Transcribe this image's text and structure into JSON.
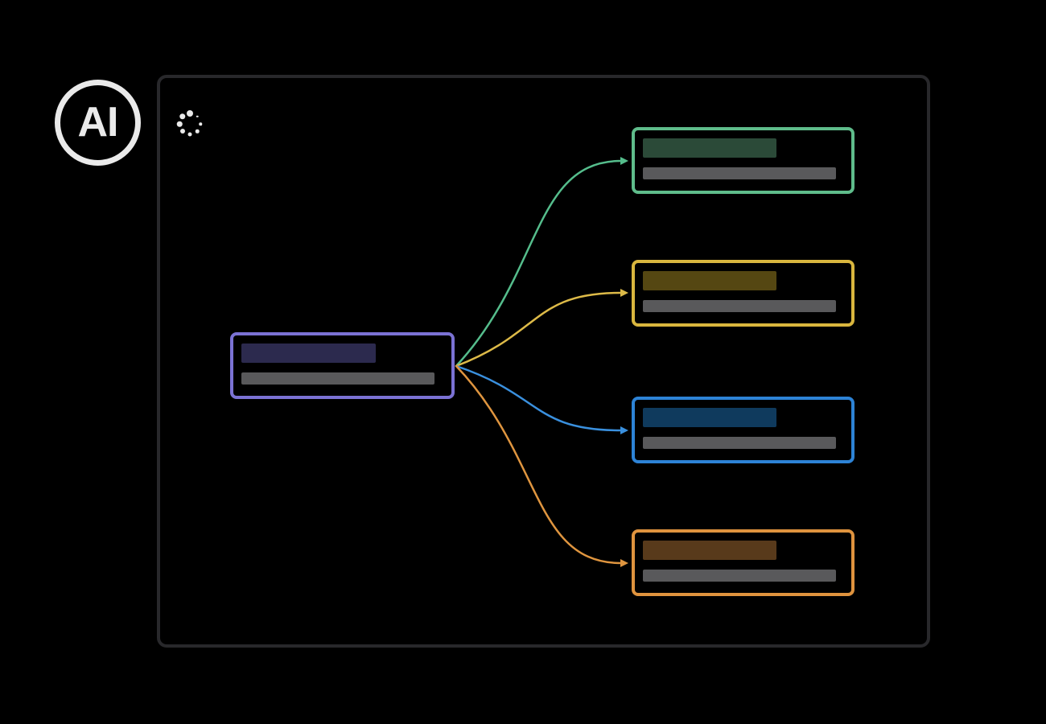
{
  "page": {
    "background": "#000000"
  },
  "logo": {
    "label": "AI",
    "color": "#eaeaea"
  },
  "panel": {
    "border_color": "#28282b",
    "background": "#000000"
  },
  "spinner": {
    "icon": "dots-loading-spinner",
    "color": "#eaeaea",
    "dot_count": 8
  },
  "diagram": {
    "type": "mindmap-skeleton",
    "root": {
      "id": "root-topic",
      "accent": "#7b72d4",
      "title_bar_color": "#2c2a4e",
      "subtitle_bar_color": "#59595b"
    },
    "branches": [
      {
        "id": "branch-1",
        "accent": "#5fbc8b",
        "title_bar_color": "#2b4a38",
        "subtitle_bar_color": "#59595b",
        "edge_color": "#55bd8c"
      },
      {
        "id": "branch-2",
        "accent": "#d9b63e",
        "title_bar_color": "#554712",
        "subtitle_bar_color": "#59595b",
        "edge_color": "#ddba48"
      },
      {
        "id": "branch-3",
        "accent": "#2d83d6",
        "title_bar_color": "#0f3a5d",
        "subtitle_bar_color": "#59595b",
        "edge_color": "#3a90de"
      },
      {
        "id": "branch-4",
        "accent": "#df933e",
        "title_bar_color": "#583a1b",
        "subtitle_bar_color": "#59595b",
        "edge_color": "#df953f"
      }
    ]
  }
}
